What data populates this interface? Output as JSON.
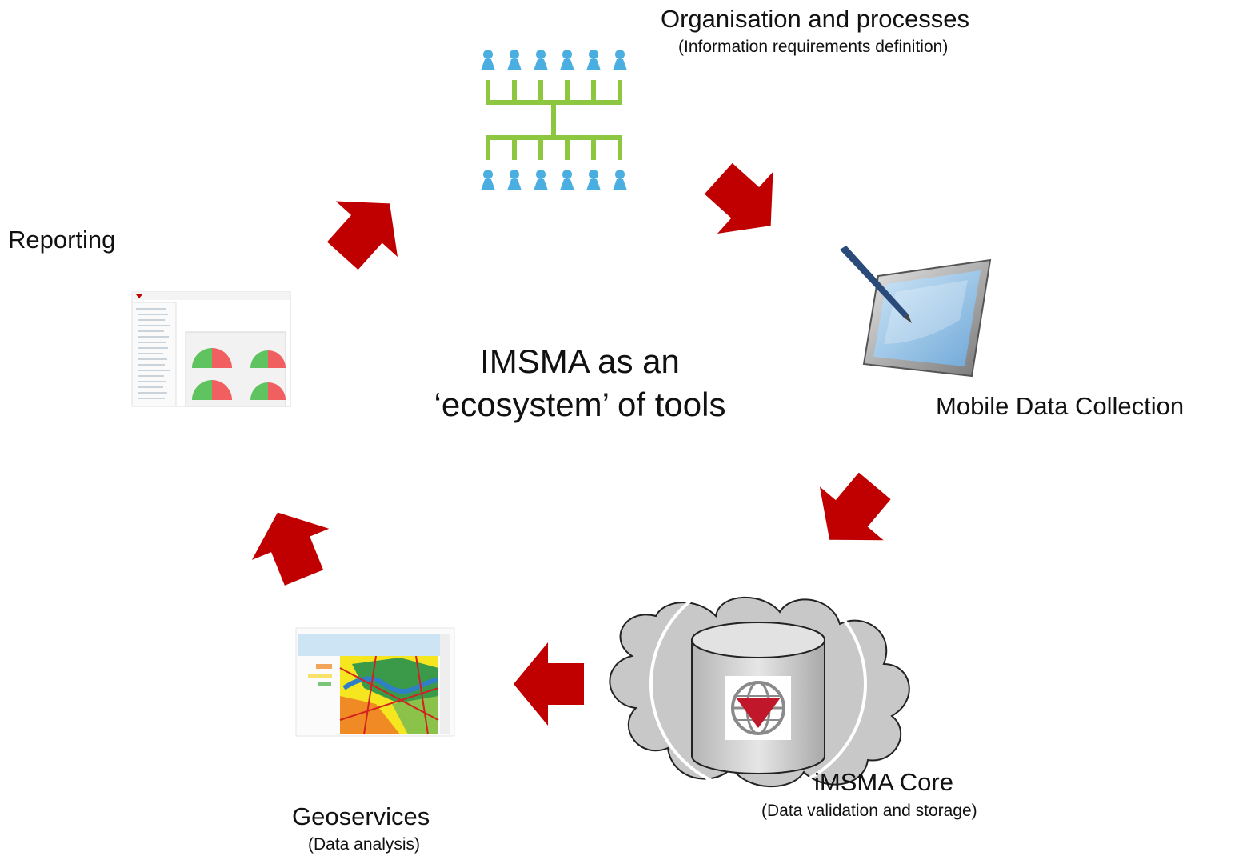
{
  "center": {
    "line1": "IMSMA as an",
    "line2": "‘ecosystem’ of tools"
  },
  "nodes": {
    "organisation": {
      "title": "Organisation and processes",
      "subtitle": "(Information requirements definition)"
    },
    "mobile": {
      "title": "Mobile Data Collection"
    },
    "core": {
      "title": "iMSMA Core",
      "subtitle": "(Data validation and storage)"
    },
    "geoservices": {
      "title": "Geoservices",
      "subtitle": "(Data analysis)"
    },
    "reporting": {
      "title": "Reporting"
    }
  },
  "colors": {
    "arrow": "#c00000",
    "people": "#4aaee0",
    "tree": "#8dc63f",
    "cloud": "#c8c8c8"
  }
}
